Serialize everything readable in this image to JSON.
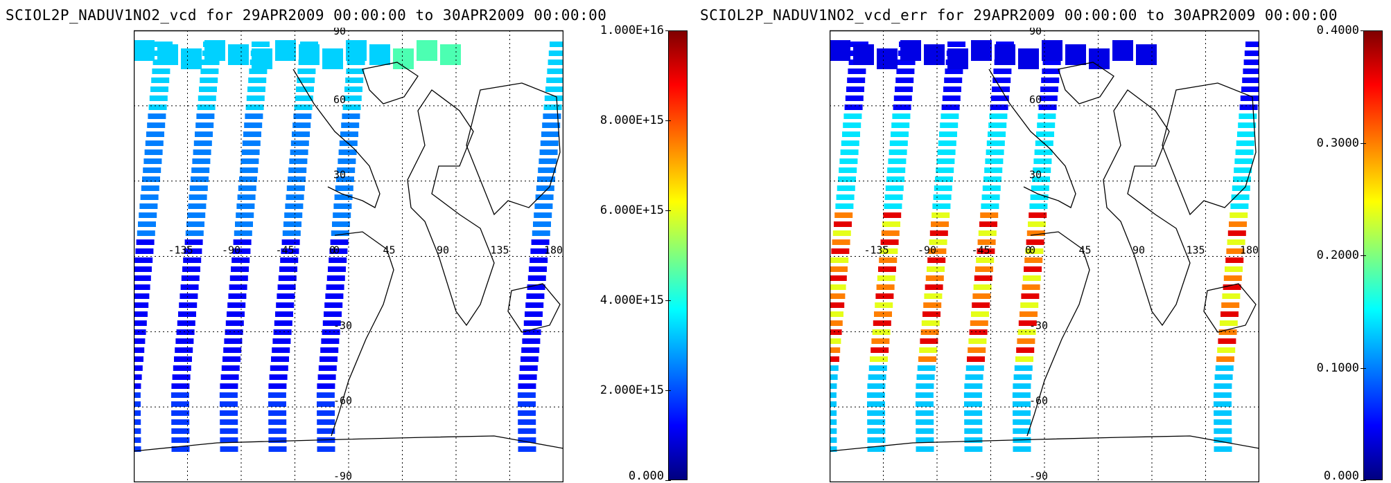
{
  "panels": [
    {
      "id": "left",
      "title": "SCIOL2P_NADUV1NO2_vcd for 29APR2009 00:00:00 to 30APR2009 00:00:00",
      "colorbar_ticks": [
        "0.000",
        "2.000E+15",
        "4.000E+15",
        "6.000E+15",
        "8.000E+15",
        "1.000E+16"
      ],
      "colorbar_range": [
        0,
        1e+16
      ]
    },
    {
      "id": "right",
      "title": "SCIOL2P_NADUV1NO2_vcd_err for 29APR2009 00:00:00 to 30APR2009 00:00:00",
      "colorbar_ticks": [
        "0.000",
        "0.1000",
        "0.2000",
        "0.3000",
        "0.4000"
      ],
      "colorbar_range": [
        0,
        0.4
      ]
    }
  ],
  "lon_labels": [
    "-135",
    "-90",
    "-45",
    "0",
    "45",
    "90",
    "135",
    "180"
  ],
  "lat_labels": [
    "90",
    "60",
    "30",
    "0",
    "-30",
    "-60",
    "-90"
  ],
  "colors": {
    "colormap": [
      "#00007f",
      "#0000ff",
      "#007fff",
      "#00ffff",
      "#7fff7f",
      "#ffff00",
      "#ff7f00",
      "#ff0000",
      "#7f0000"
    ]
  }
}
